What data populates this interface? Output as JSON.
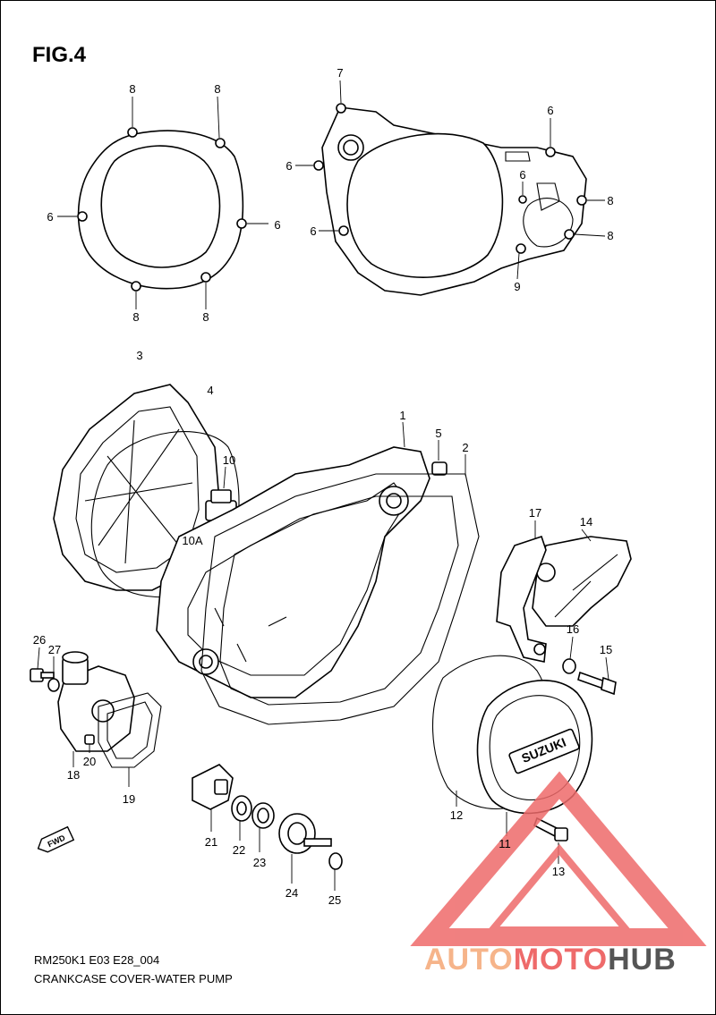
{
  "figure": {
    "title": "FIG.4",
    "model_code": "RM250K1 E03 E28_004",
    "subtitle": "CRANKCASE COVER-WATER PUMP"
  },
  "cover_emblem": "SUZUKI",
  "direction_tag": "FWD",
  "watermark": {
    "part1": "AUTO",
    "part2": "MOTO",
    "part3": "HUB",
    "colors": {
      "auto": "#f6b48a",
      "moto": "#ee6a6a",
      "hub": "#555555",
      "triangle": "#ee6a6a"
    }
  },
  "callouts": {
    "c8a": "8",
    "c8b": "8",
    "c6a": "6",
    "c6b": "6",
    "c8c": "8",
    "c8d": "8",
    "c7": "7",
    "c6c": "6",
    "c6d": "6",
    "c6e": "6",
    "c6f": "6",
    "c8e": "8",
    "c8f": "8",
    "c9": "9",
    "c3": "3",
    "c4": "4",
    "c10": "10",
    "c10a": "10A",
    "c1": "1",
    "c5": "5",
    "c2": "2",
    "c17": "17",
    "c14": "14",
    "c16": "16",
    "c15": "15",
    "c26": "26",
    "c27": "27",
    "c20": "20",
    "c18": "18",
    "c19": "19",
    "c21": "21",
    "c22": "22",
    "c23": "23",
    "c24": "24",
    "c25": "25",
    "c12": "12",
    "c11": "11",
    "c13": "13"
  }
}
